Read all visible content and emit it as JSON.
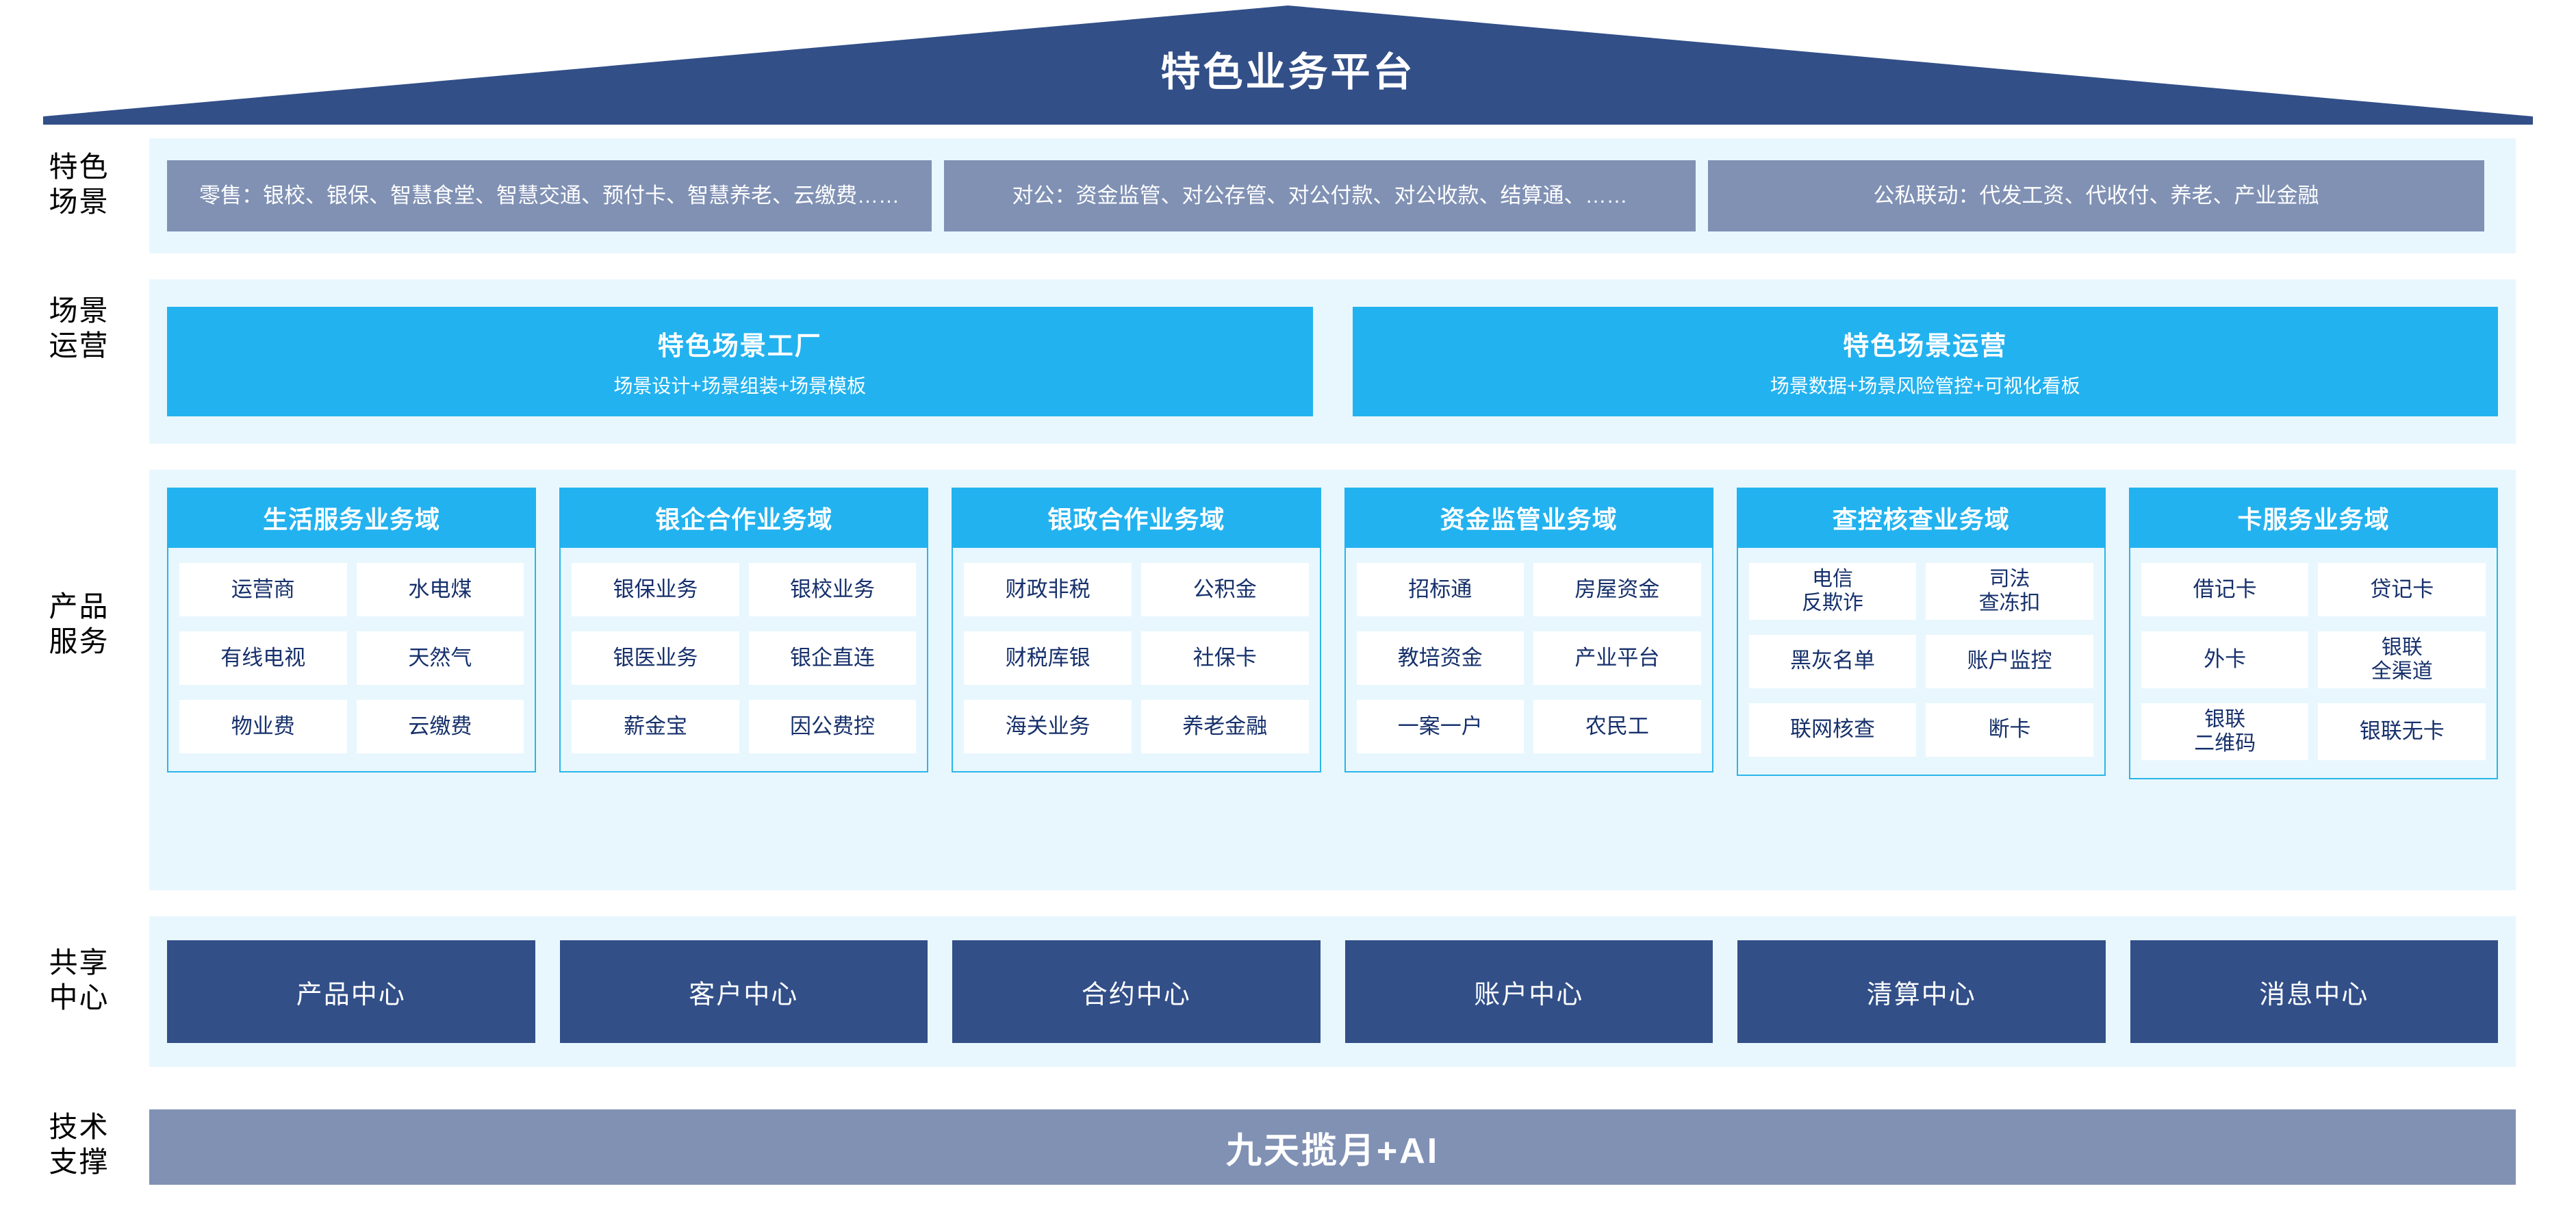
{
  "header": {
    "title": "特色业务平台"
  },
  "row_labels": {
    "scene": [
      "特色",
      "场景"
    ],
    "operation": [
      "场景",
      "运营"
    ],
    "product": [
      "产品",
      "服务"
    ],
    "shared": [
      "共享",
      "中心"
    ],
    "tech": [
      "技术",
      "支撑"
    ]
  },
  "scene_boxes": [
    {
      "text": "零售：银校、银保、智慧食堂、智慧交通、预付卡、智慧养老、云缴费……"
    },
    {
      "text": "对公：资金监管、对公存管、对公付款、对公收款、结算通、……"
    },
    {
      "text": "公私联动：代发工资、代收付、养老、产业金融"
    }
  ],
  "operation_boxes": [
    {
      "title": "特色场景工厂",
      "subtitle": "场景设计+场景组装+场景模板"
    },
    {
      "title": "特色场景运营",
      "subtitle": "场景数据+场景风险管控+可视化看板"
    }
  ],
  "product_domains": [
    {
      "title": "生活服务业务域",
      "items": [
        "运营商",
        "水电煤",
        "有线电视",
        "天然气",
        "物业费",
        "云缴费"
      ]
    },
    {
      "title": "银企合作业务域",
      "items": [
        "银保业务",
        "银校业务",
        "银医业务",
        "银企直连",
        "薪金宝",
        "因公费控"
      ]
    },
    {
      "title": "银政合作业务域",
      "items": [
        "财政非税",
        "公积金",
        "财税库银",
        "社保卡",
        "海关业务",
        "养老金融"
      ]
    },
    {
      "title": "资金监管业务域",
      "items": [
        "招标通",
        "房屋资金",
        "教培资金",
        "产业平台",
        "一案一户",
        "农民工"
      ]
    },
    {
      "title": "查控核查业务域",
      "items": [
        "电信\n反欺诈",
        "司法\n查冻扣",
        "黑灰名单",
        "账户监控",
        "联网核查",
        "断卡"
      ]
    },
    {
      "title": "卡服务业务域",
      "items": [
        "借记卡",
        "贷记卡",
        "外卡",
        "银联\n全渠道",
        "银联\n二维码",
        "银联无卡"
      ]
    }
  ],
  "shared_centers": [
    "产品中心",
    "客户中心",
    "合约中心",
    "账户中心",
    "清算中心",
    "消息中心"
  ],
  "tech_support": {
    "label": "九天揽月+AI"
  },
  "colors": {
    "roof": "#324f88",
    "band": "#e8f7fd",
    "scene_box": "#8091b4",
    "cyan": "#22b2ef",
    "cyan_border": "#29b6e8",
    "navy": "#324f88",
    "chip_text": "#16306b",
    "tech_bar": "#8091b4"
  }
}
